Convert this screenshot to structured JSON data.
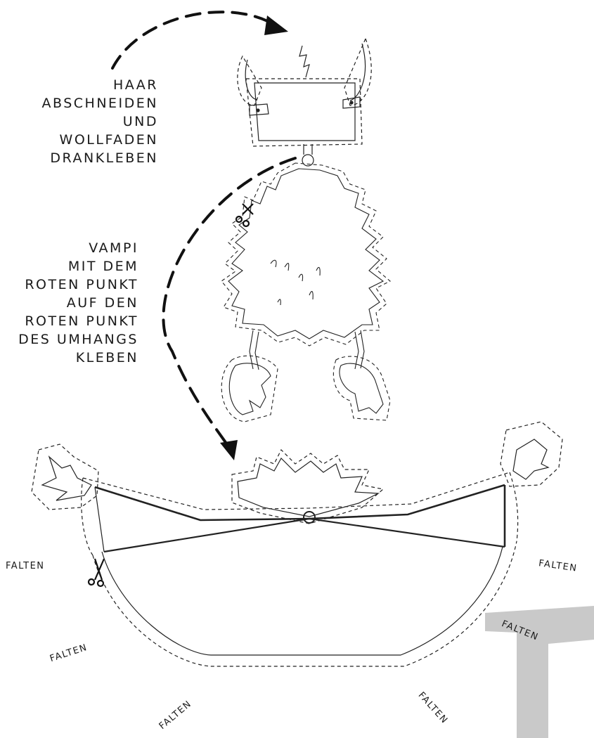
{
  "instructions": {
    "hair": [
      "HAAR",
      "ABSCHNEIDEN",
      "UND",
      "WOLLFADEN",
      "DRANKLEBEN"
    ],
    "vampi": [
      "VAMPI",
      "MIT DEM",
      "ROTEN PUNKT",
      "AUF DEN",
      "ROTEN PUNKT",
      "DES UMHANGS",
      "KLEBEN"
    ]
  },
  "fold_labels": [
    "FALTEN",
    "FALTEN",
    "FALTEN",
    "FALTEN",
    "FALTEN",
    "FALTEN"
  ],
  "colors": {
    "ink": "#1a1a1a",
    "corner_mark": "#c9c9c9"
  },
  "icons": [
    "scissors-icon",
    "scissors-icon"
  ]
}
